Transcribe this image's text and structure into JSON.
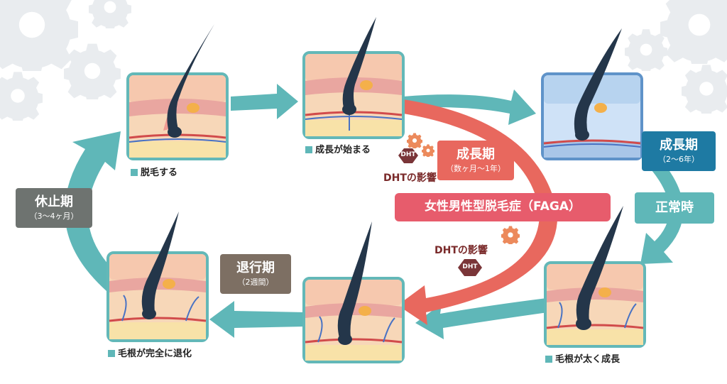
{
  "colors": {
    "teal": "#5fb7b8",
    "teal_dark": "#4a9ea0",
    "red": "#e8685e",
    "pink_box": "#e75c6c",
    "grey_box": "#6e7370",
    "brown_box": "#7d6f63",
    "blue_box": "#1e7aa3",
    "dht_hex": "#7a3538",
    "gear_bg": "#e9ecef",
    "gear_orange": "#ec8a5c"
  },
  "stages": {
    "top_left": {
      "label": "脱毛する"
    },
    "top_center": {
      "label": "成長が始まる"
    },
    "bottom_right": {
      "label": "毛根が太く成長"
    },
    "bottom_left": {
      "label": "毛根が完全に退化"
    }
  },
  "phases": {
    "growth_normal": {
      "title": "成長期",
      "subtitle": "（2～6年）"
    },
    "normal": {
      "title": "正常時"
    },
    "rest": {
      "title": "休止期",
      "subtitle": "（3～4ヶ月）"
    },
    "regression": {
      "title": "退行期",
      "subtitle": "（2週間）"
    },
    "growth_faga": {
      "title": "成長期",
      "subtitle": "（数ヶ月～1年）"
    },
    "faga": {
      "title": "女性男性型脱毛症（FAGA）"
    }
  },
  "dht": {
    "top": {
      "label": "DHTの影響",
      "hex": "DHT"
    },
    "bottom": {
      "label": "DHTの影響",
      "hex": "DHT"
    }
  },
  "icons": [
    "gear-icon",
    "hair-follicle-icon",
    "dht-hexagon-icon",
    "cycle-arrow-icon"
  ]
}
